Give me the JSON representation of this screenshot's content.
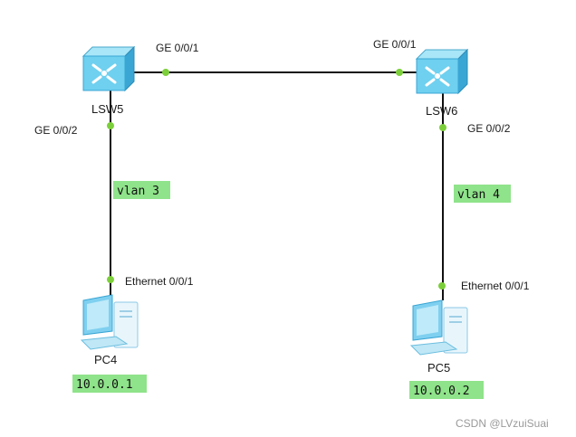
{
  "colors": {
    "link": "#111111",
    "port_dot": "#7ccf3a",
    "tag_bg": "#8fe38a",
    "switch_face": "#6fd0ef",
    "pc_body": "#7fd0f0"
  },
  "devices": {
    "lsw5": {
      "label": "LSW5",
      "icon": "switch-icon"
    },
    "lsw6": {
      "label": "LSW6",
      "icon": "switch-icon"
    },
    "pc4": {
      "label": "PC4",
      "ip": "10.0.0.1",
      "icon": "pc-icon"
    },
    "pc5": {
      "label": "PC5",
      "ip": "10.0.0.2",
      "icon": "pc-icon"
    }
  },
  "ports": {
    "lsw5_ge001": "GE 0/0/1",
    "lsw5_ge002": "GE 0/0/2",
    "lsw6_ge001": "GE 0/0/1",
    "lsw6_ge002": "GE 0/0/2",
    "pc4_eth": "Ethernet 0/0/1",
    "pc5_eth": "Ethernet 0/0/1"
  },
  "vlans": {
    "left": "vlan 3",
    "right": "vlan 4"
  },
  "watermark": "CSDN @LVzuiSuai"
}
